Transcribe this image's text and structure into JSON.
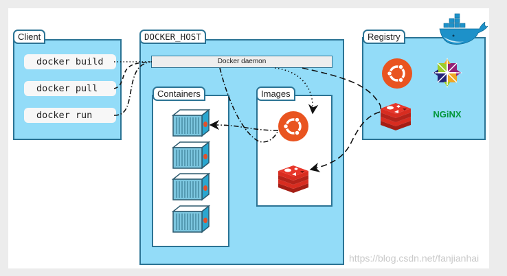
{
  "client": {
    "title": "Client",
    "commands": [
      "docker build",
      "docker pull",
      "docker run"
    ]
  },
  "docker_host": {
    "title": "DOCKER_HOST",
    "daemon_label": "Docker daemon",
    "containers": {
      "title": "Containers",
      "count": 4
    },
    "images": {
      "title": "Images",
      "items": [
        "ubuntu-logo-icon",
        "redis-logo-icon"
      ]
    }
  },
  "registry": {
    "title": "Registry",
    "items": [
      "ubuntu-logo-icon",
      "centos-logo-icon",
      "redis-logo-icon",
      "nginx-logo"
    ],
    "nginx_label": "NGiNX"
  },
  "connections": [
    {
      "from": "docker build",
      "to": "Docker daemon",
      "style": "dotted"
    },
    {
      "from": "docker pull",
      "to": "Docker daemon",
      "style": "dashed"
    },
    {
      "from": "docker run",
      "to": "Docker daemon",
      "style": "dash-dot"
    },
    {
      "from": "Docker daemon",
      "to": "Images ubuntu",
      "style": "dotted"
    },
    {
      "from": "Docker daemon",
      "to": "Registry redis",
      "style": "dashed"
    },
    {
      "from": "Registry redis",
      "to": "Images redis",
      "style": "dashed"
    },
    {
      "from": "Docker daemon",
      "to": "Container",
      "style": "dash-dot"
    }
  ],
  "colors": {
    "box_fill": "#93dcf8",
    "box_border": "#2b7394",
    "ubuntu": "#e95420",
    "redis": "#d82c20",
    "nginx": "#009639",
    "docker_whale": "#1d91c9"
  },
  "watermark": "https://blog.csdn.net/fanjianhai"
}
